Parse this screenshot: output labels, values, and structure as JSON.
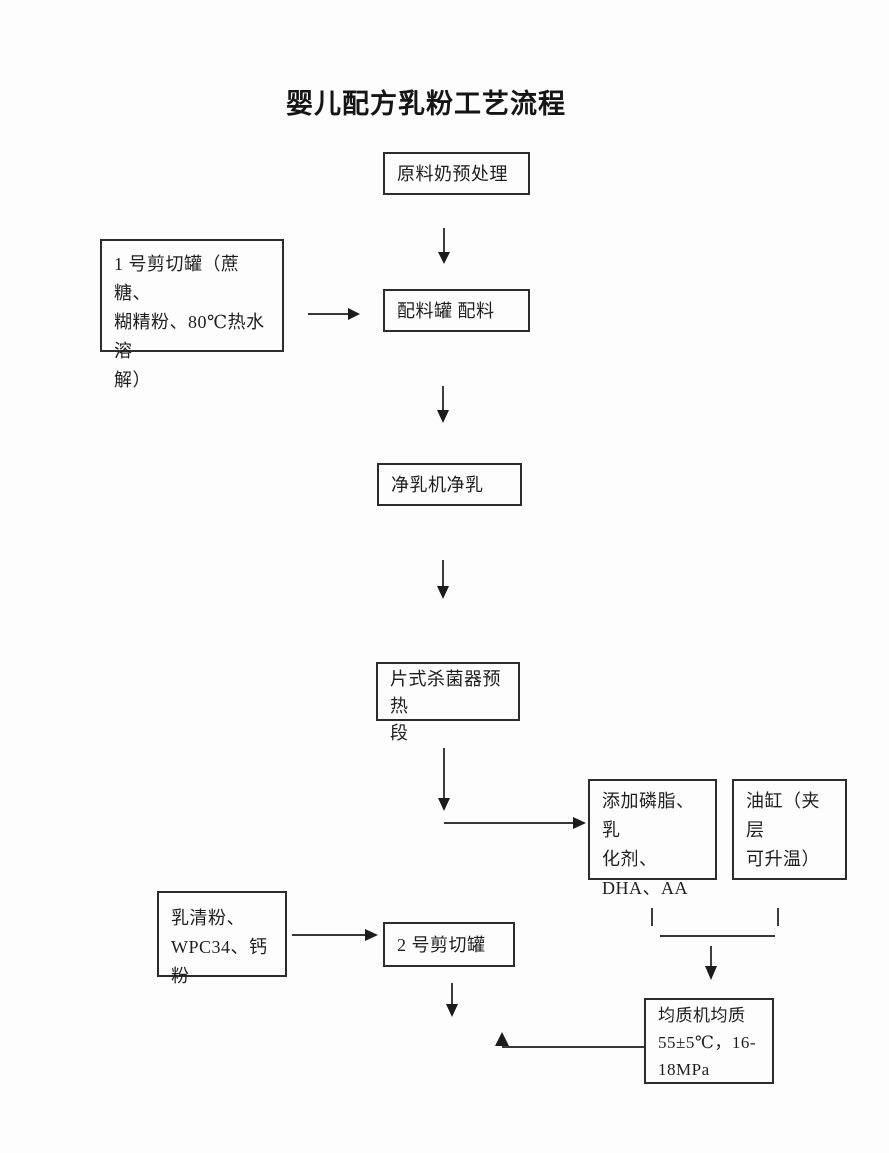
{
  "page": {
    "title": "婴儿配方乳粉工艺流程",
    "background": "#fdfdfd",
    "line_color": "#1b1b1b"
  },
  "nodes": {
    "raw_milk": {
      "label": "原料奶预处理"
    },
    "shear_tank_1": {
      "label": "1 号剪切罐（蔗糖、\n糊精粉、80℃热水溶\n解）"
    },
    "mixing_tank": {
      "label": "配料罐  配料"
    },
    "clarifier": {
      "label": "净乳机净乳"
    },
    "preheater": {
      "label": "片式杀菌器预热\n段"
    },
    "additives": {
      "label": "添加磷脂、乳\n化剂、\nDHA、AA"
    },
    "oil_tank": {
      "label": "油缸（夹层\n可升温）"
    },
    "whey": {
      "label": "乳清粉、\nWPC34、钙粉"
    },
    "shear_tank_2": {
      "label": "2 号剪切罐"
    },
    "homogenizer": {
      "label": "均质机均质\n55±5℃，16-\n18MPa"
    }
  },
  "edges": [
    {
      "from": "raw_milk",
      "to": "mixing_tank",
      "style": "arrow-down"
    },
    {
      "from": "shear_tank_1",
      "to": "mixing_tank",
      "style": "arrow-right"
    },
    {
      "from": "mixing_tank",
      "to": "clarifier",
      "style": "arrow-down"
    },
    {
      "from": "clarifier",
      "to": "preheater",
      "style": "arrow-down"
    },
    {
      "from": "preheater",
      "to": "additives",
      "style": "arrow-down-then-right"
    },
    {
      "from": "additives_and_oil_tank",
      "to": "homogenizer",
      "style": "merge-bar-arrow-down"
    },
    {
      "from": "whey",
      "to": "shear_tank_2",
      "style": "arrow-right"
    },
    {
      "from": "shear_tank_2",
      "to": "",
      "style": "arrow-down"
    },
    {
      "from": "homogenizer",
      "to": "",
      "style": "line-left-arrow-up"
    }
  ]
}
